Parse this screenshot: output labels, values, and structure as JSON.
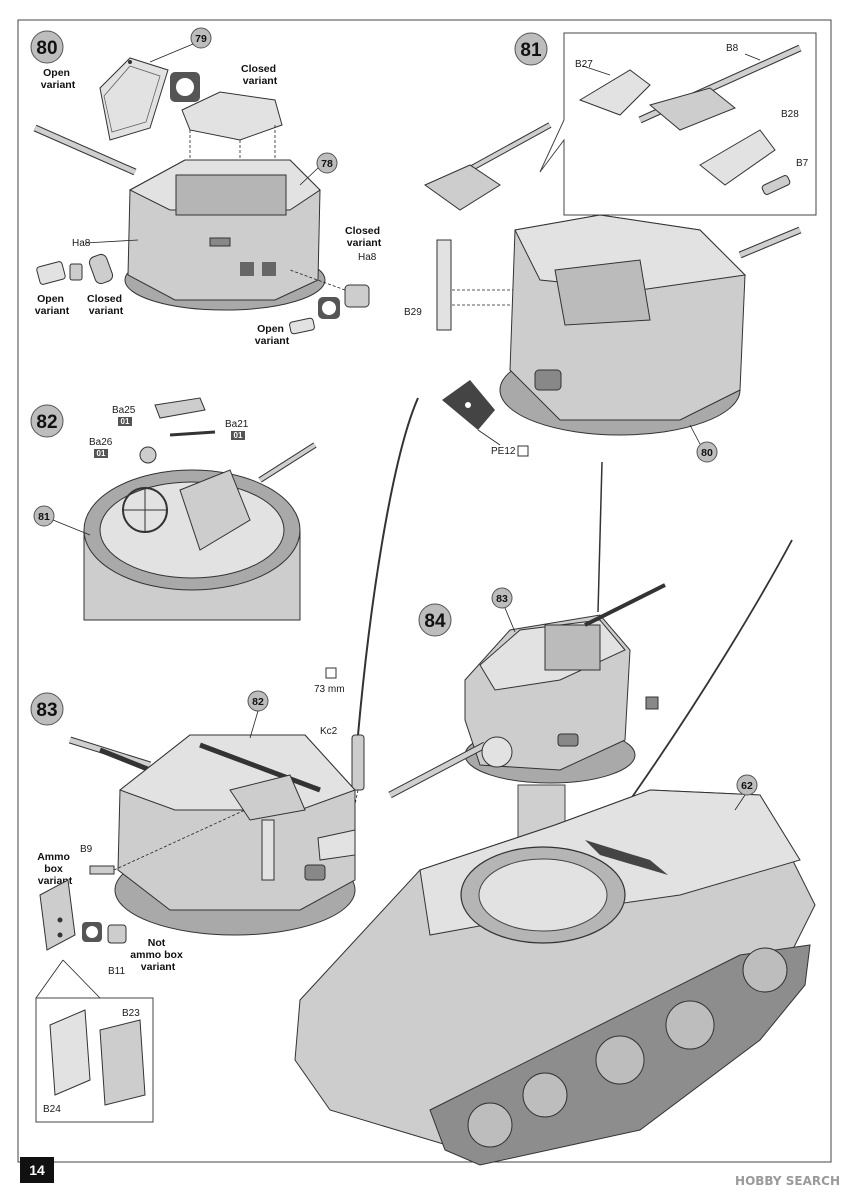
{
  "page_number": "14",
  "watermark": "HOBBY SEARCH",
  "steps": [
    {
      "number": "80",
      "labels": {
        "open_variant": "Open\nvariant",
        "closed_variant": "Closed\nvariant",
        "part_ha8": "Ha8",
        "ref_79": "79",
        "ref_78": "78"
      }
    },
    {
      "number": "81",
      "labels": {
        "b27": "B27",
        "b8": "B8",
        "b28": "B28",
        "b7": "B7",
        "b29": "B29",
        "pe12": "PE12",
        "ref_80": "80"
      }
    },
    {
      "number": "82",
      "labels": {
        "ba25": "Ba25",
        "ba21": "Ba21",
        "ba26": "Ba26",
        "badge": "01",
        "ref_81": "81"
      }
    },
    {
      "number": "83",
      "labels": {
        "ref_82": "82",
        "ammo_box_variant": "Ammo\nbox\nvariant",
        "not_ammo_box_variant": "Not\nammo box\nvariant",
        "b9": "B9",
        "b11": "B11",
        "b23": "B23",
        "b24": "B24",
        "kc2": "Kc2",
        "length": "73 mm"
      }
    },
    {
      "number": "84",
      "labels": {
        "ref_83": "83",
        "ref_62": "62"
      }
    }
  ]
}
